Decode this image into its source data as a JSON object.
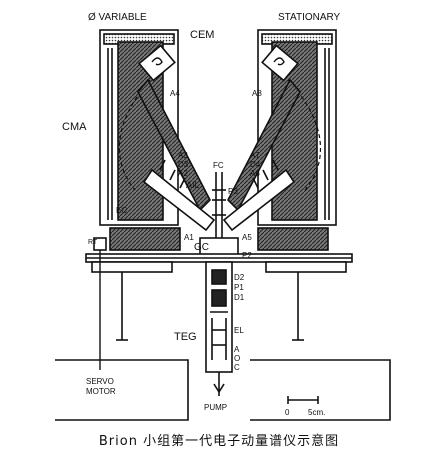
{
  "labels": {
    "variable": "Ø VARIABLE",
    "stationary": "STATIONARY",
    "cem": "CEM",
    "cma": "CMA",
    "a4": "A4",
    "a8": "A8",
    "a3": "A3",
    "d3": "D3",
    "a2": "A2",
    "a7": "A7",
    "d4": "D4",
    "a6": "A6",
    "fc": "FC",
    "ail": "AIL",
    "p3": "P3",
    "ec": "EC",
    "rt": "RT",
    "a1": "A1",
    "gc": "GC",
    "a5": "A5",
    "p2": "P2",
    "d2": "D2",
    "p1": "P1",
    "d1": "D1",
    "teg": "TEG",
    "el": "EL",
    "a": "A",
    "o": "O",
    "c": "C",
    "servo": "SERVO",
    "motor": "MOTOR",
    "pump": "PUMP",
    "scale_zero": "0",
    "scale_five": "5cm."
  },
  "caption": "Brion 小组第一代电子动量谱仪示意图",
  "colors": {
    "ink": "#111111",
    "hatch": "#555555",
    "paper": "#ffffff"
  }
}
